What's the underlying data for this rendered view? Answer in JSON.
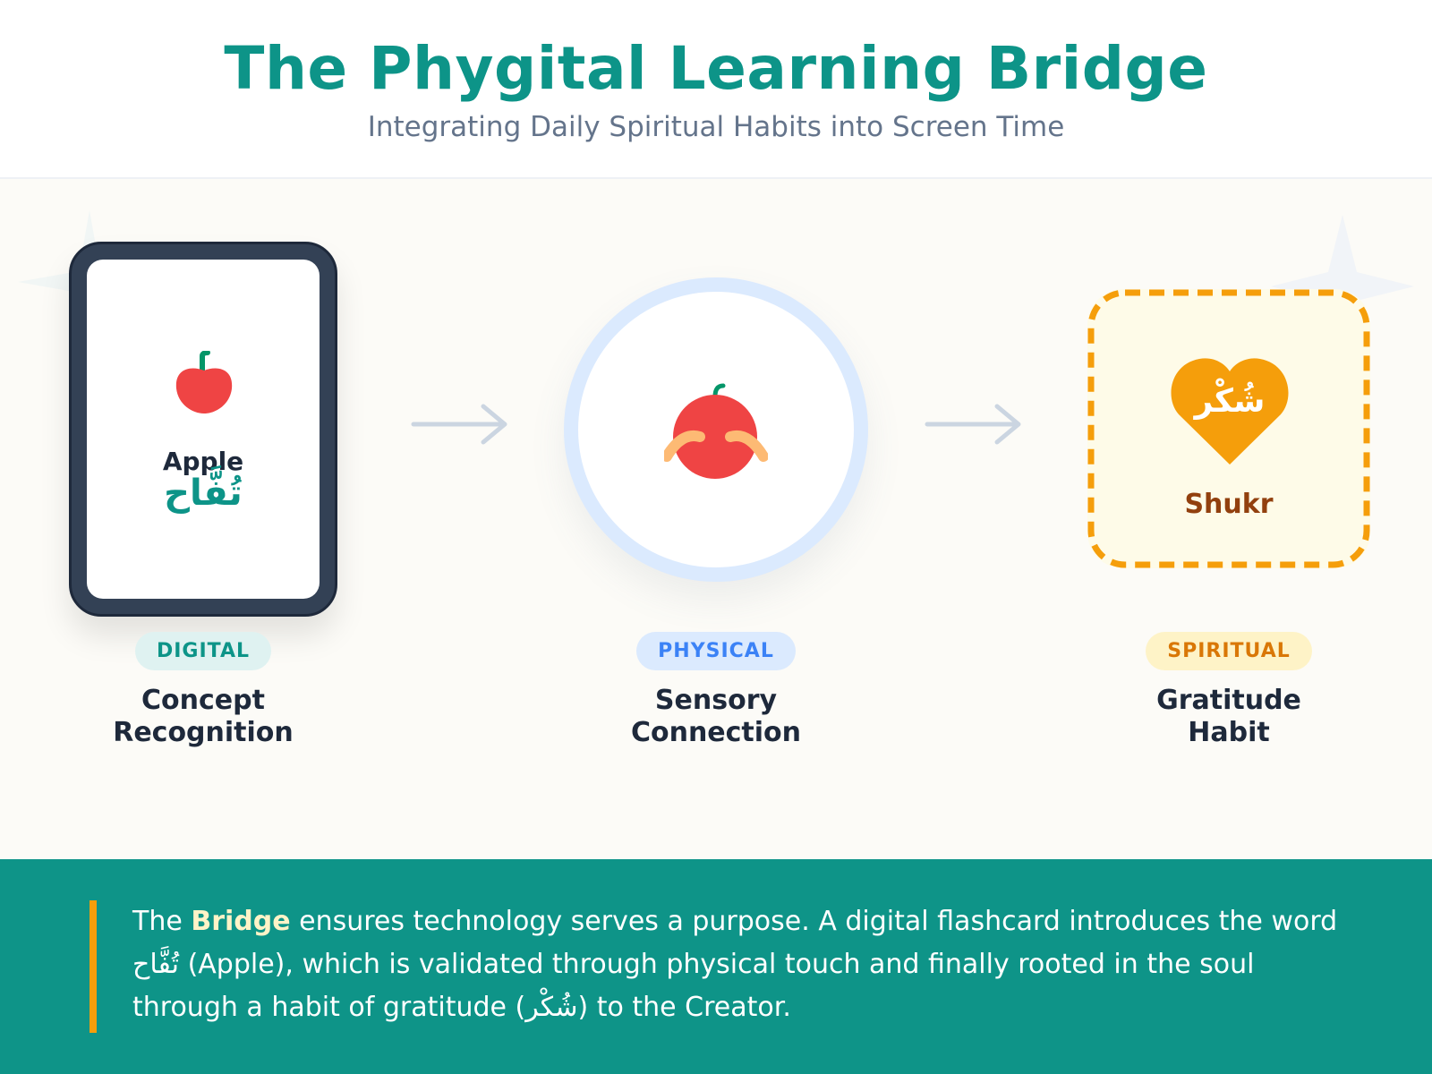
{
  "header": {
    "title": "The Phygital Learning Bridge",
    "subtitle": "Integrating Daily Spiritual Habits into Screen Time"
  },
  "stages": [
    {
      "id": "digital",
      "pill": "DIGITAL",
      "caption_line1": "Concept",
      "caption_line2": "Recognition",
      "card": {
        "word_en": "Apple",
        "word_ar": "تُفَّاح",
        "icon": "apple-icon"
      },
      "colors": {
        "pill_bg": "#dff2f1",
        "pill_text": "#0d9488"
      }
    },
    {
      "id": "physical",
      "pill": "PHYSICAL",
      "caption_line1": "Sensory",
      "caption_line2": "Connection",
      "card": {
        "icon": "hands-holding-apple-icon"
      },
      "colors": {
        "pill_bg": "#dbeafe",
        "pill_text": "#3b82f6"
      }
    },
    {
      "id": "spiritual",
      "pill": "SPIRITUAL",
      "caption_line1": "Gratitude",
      "caption_line2": "Habit",
      "card": {
        "word_en": "Shukr",
        "word_ar": "شُكْر",
        "icon": "heart-icon"
      },
      "colors": {
        "pill_bg": "#fef3c7",
        "pill_text": "#d97706"
      }
    }
  ],
  "connectors": [
    "arrow-right-icon",
    "arrow-right-icon"
  ],
  "footer": {
    "part1": "The ",
    "highlight": "Bridge",
    "part2": " ensures technology serves a purpose. A digital flashcard introduces the word ",
    "word_ar": "تُفَّاح",
    "part3": " (Apple), which is validated through physical touch and finally rooted in the soul through a habit of gratitude (",
    "word_ar2": "شُكْر",
    "part4": ") to the Creator."
  },
  "colors": {
    "brand_teal": "#0d9488",
    "accent_orange": "#f59e0b",
    "apple_red": "#ef4444",
    "stem_green": "#059669",
    "hands": "#fdba74",
    "arrow": "#cbd5e1"
  }
}
